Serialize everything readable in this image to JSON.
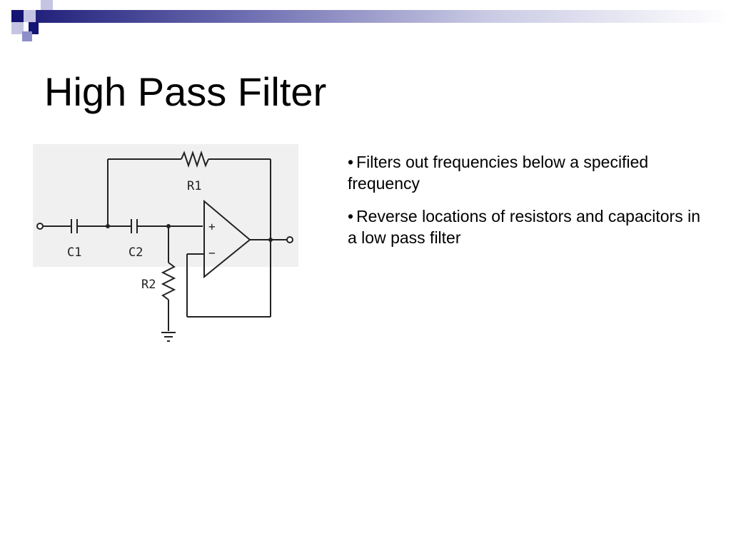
{
  "slide": {
    "title": "High Pass Filter",
    "bullets": [
      {
        "marker": "•",
        "text": "Filters out frequencies below a specified frequency"
      },
      {
        "marker": "•",
        "text": "Reverse locations of resistors and capacitors in a low pass filter"
      }
    ]
  },
  "circuit": {
    "labels": {
      "r1": "R1",
      "r2": "R2",
      "c1": "C1",
      "c2": "C2",
      "plus": "+",
      "minus": "−"
    }
  },
  "theme": {
    "accent_dark": "#141473",
    "accent_mid": "#8e8ec8",
    "accent_light": "#c5c5e3"
  }
}
